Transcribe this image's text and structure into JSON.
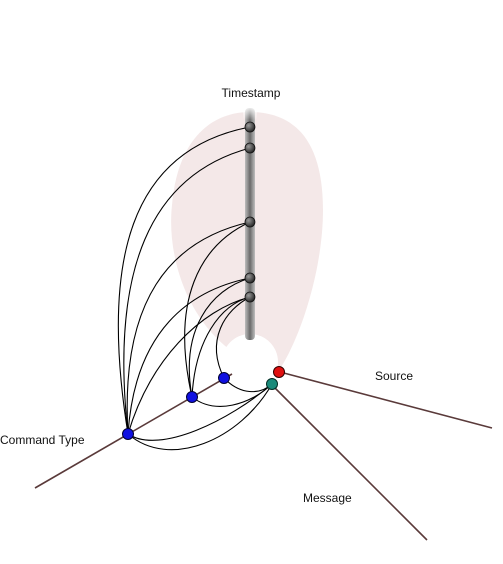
{
  "diagram": {
    "axes": [
      {
        "id": "timestamp",
        "label": "Timestamp"
      },
      {
        "id": "source",
        "label": "Source"
      },
      {
        "id": "message",
        "label": "Message"
      },
      {
        "id": "command_type",
        "label": "Command Type"
      }
    ],
    "colors": {
      "axis_line": "#5a3a3a",
      "timestamp_bar": "#7a7a7a",
      "halo_fill": "#f3e6e6",
      "link_line": "#000000",
      "command_type_node": "#1010e0",
      "source_node": "#e01010",
      "message_node": "#1a8a7a",
      "timestamp_node": "#3a3a3a"
    }
  }
}
